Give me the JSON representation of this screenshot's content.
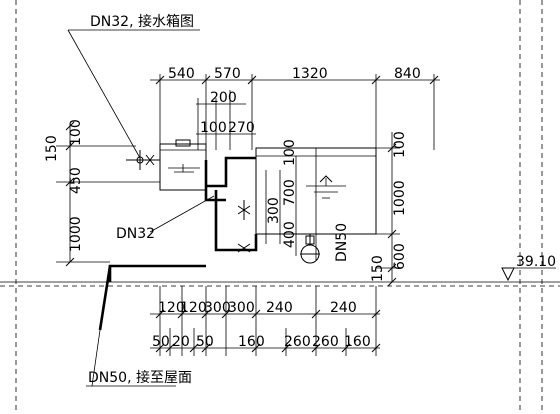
{
  "labels": {
    "dn32_top_note": "DN32, 接水箱图",
    "dn32_mid": "DN32",
    "dn50_bottom_note": "DN50, 接至屋面",
    "dn50_right": "DN50",
    "elevation": "39.10"
  },
  "dims_top": {
    "d540": "540",
    "d570": "570",
    "d1320": "1320",
    "d840": "840",
    "d200": "200",
    "d100": "100",
    "d270": "270"
  },
  "dims_left": {
    "d150": "150",
    "d100": "100",
    "d450": "450",
    "d1000": "1000"
  },
  "dims_right": {
    "d100": "100",
    "d1000": "1000",
    "d600": "600",
    "d150": "150"
  },
  "dims_tank": {
    "d100": "100",
    "d700": "700",
    "d300": "300",
    "d400": "400"
  },
  "dims_bottom1": {
    "d120a": "120",
    "d120b": "120",
    "d300a": "300",
    "d300b": "300",
    "d240a": "240",
    "d240b": "240"
  },
  "dims_bottom2": {
    "d50a": "50",
    "d20": "20",
    "d50b": "50",
    "d160a": "160",
    "d260a": "260",
    "d260b": "260",
    "d160b": "160"
  }
}
